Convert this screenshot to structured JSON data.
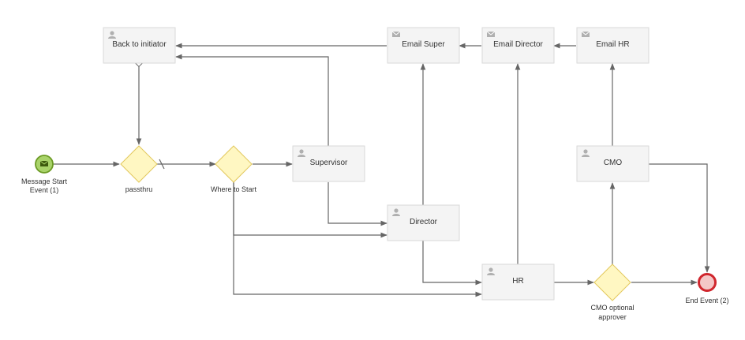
{
  "diagram": {
    "events": {
      "start": {
        "label_line1": "Message Start",
        "label_line2": "Event (1)",
        "icon": "envelope-icon",
        "fill": "#a9d36a",
        "stroke": "#6b9a23"
      },
      "end": {
        "label": "End Event (2)",
        "fill": "#f4c7c7",
        "stroke": "#d0262d"
      }
    },
    "gateways": {
      "passthru": {
        "label": "passthru"
      },
      "where_to_start": {
        "label": "Where to Start"
      },
      "cmo_optional": {
        "label_line1": "CMO optional",
        "label_line2": "approver"
      }
    },
    "tasks": {
      "back_to_initiator": {
        "label": "Back to initiator",
        "icon": "user-icon"
      },
      "email_super": {
        "label": "Email Super",
        "icon": "envelope-icon"
      },
      "email_director": {
        "label": "Email Director",
        "icon": "envelope-icon"
      },
      "email_hr": {
        "label": "Email HR",
        "icon": "envelope-icon"
      },
      "supervisor": {
        "label": "Supervisor",
        "icon": "user-icon"
      },
      "director": {
        "label": "Director",
        "icon": "user-icon"
      },
      "hr": {
        "label": "HR",
        "icon": "user-icon"
      },
      "cmo": {
        "label": "CMO",
        "icon": "user-icon"
      }
    },
    "colors": {
      "task_fill": "#f4f4f4",
      "task_stroke": "#d9d9d9",
      "gateway_fill": "#fff7c2",
      "gateway_stroke": "#e2c85c",
      "flow": "#666666",
      "icon": "#b0b0b0"
    }
  }
}
